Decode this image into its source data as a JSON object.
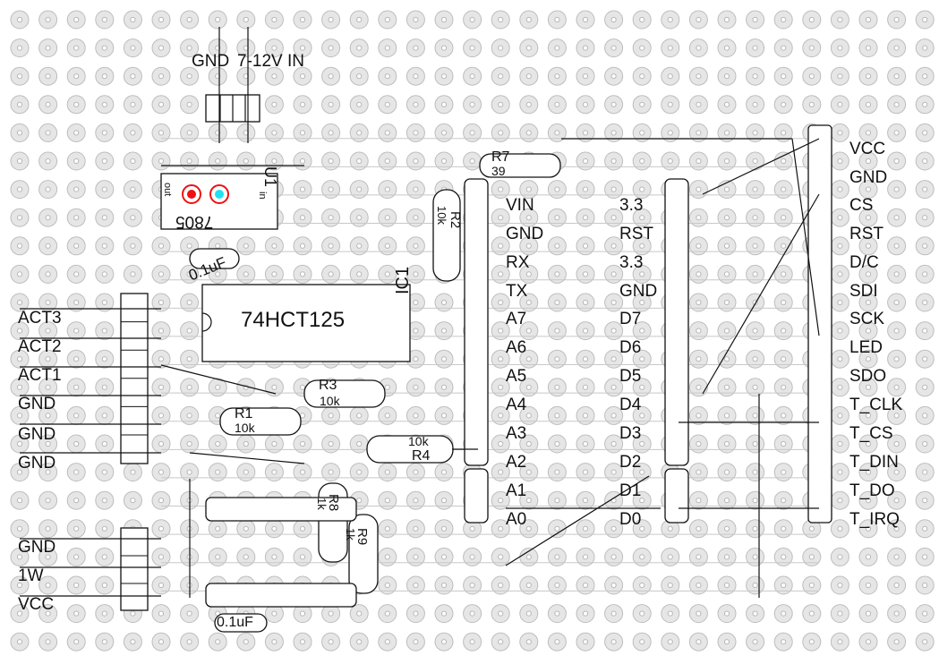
{
  "title_gnd": "GND",
  "title_vin": "7-12V IN",
  "u1": {
    "ref": "U1",
    "part": "7805",
    "pin_out": "out",
    "pin_in": "in"
  },
  "ic1": {
    "ref": "IC1",
    "part": "74HCT125"
  },
  "resistors": {
    "r1": {
      "ref": "R1",
      "value": "10k"
    },
    "r2": {
      "ref": "R2",
      "value": "10k"
    },
    "r3": {
      "ref": "R3",
      "value": "10k"
    },
    "r4": {
      "ref": "R4",
      "value": "10k"
    },
    "r7": {
      "ref": "R7",
      "value": "39"
    },
    "r8": {
      "ref": "R8",
      "value": "1k"
    },
    "r9": {
      "ref": "R9",
      "value": "1k"
    }
  },
  "caps": {
    "c1": "0.1uF",
    "c2": "0.1uF"
  },
  "left_labels": [
    "ACT3",
    "ACT2",
    "ACT1",
    "GND",
    "GND",
    "GND"
  ],
  "left_bottom_labels": [
    "GND",
    "1W",
    "VCC"
  ],
  "arduino_left": [
    "VIN",
    "GND",
    "RX",
    "TX",
    "A7",
    "A6",
    "A5",
    "A4",
    "A3",
    "A2",
    "A1",
    "A0"
  ],
  "arduino_right": [
    "3.3",
    "RST",
    "3.3",
    "GND",
    "D7",
    "D6",
    "D5",
    "D4",
    "D3",
    "D2",
    "D1",
    "D0"
  ],
  "display_labels": [
    "VCC",
    "GND",
    "CS",
    "RST",
    "D/C",
    "SDI",
    "SCK",
    "LED",
    "SDO",
    "T_CLK",
    "T_CS",
    "T_DIN",
    "T_DO",
    "T_IRQ"
  ],
  "colors": {
    "pad_fill": "#e6e6e6",
    "pad_stroke": "#bdbdbd",
    "wire": "#111111",
    "track": "#c8c8c8",
    "led_red": "#ee1111",
    "led_cyan": "#22e0f0"
  }
}
